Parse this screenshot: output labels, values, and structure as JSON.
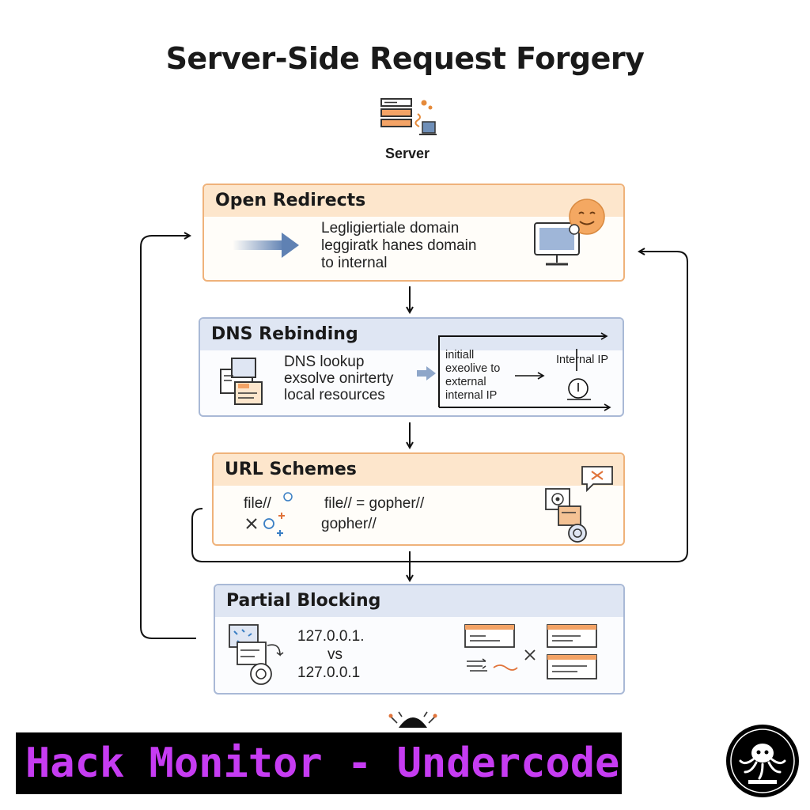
{
  "title": "Server-Side Request Forgery",
  "server_label": "Server",
  "sections": {
    "open_redirects": {
      "heading": "Open Redirects",
      "lines": [
        "Legligiertiale domain",
        "leggiratk  hanes domain",
        "to internal"
      ]
    },
    "dns_rebinding": {
      "heading": "DNS Rebinding",
      "lines": [
        "DNS lookup",
        "exsolve onirterty",
        "local resources"
      ],
      "box_lines": [
        "initiall",
        "exeolive to",
        "external",
        "internal IP"
      ],
      "internal_ip": "Internal IP"
    },
    "url_schemes": {
      "heading": "URL Schemes",
      "scheme_a": "file//",
      "scheme_b_line1": "file// = gopher//",
      "scheme_b_line2": "gopher//"
    },
    "partial_blocking": {
      "heading": "Partial Blocking",
      "ip_a": "127.0.0.1.",
      "vs": "vs",
      "ip_b": "127.0.0.1"
    }
  },
  "banner": "Hack Monitor - Undercode",
  "colors": {
    "accent_orange": "#efb27a",
    "accent_blue": "#a9b9d6",
    "banner_text": "#c63cf2"
  }
}
